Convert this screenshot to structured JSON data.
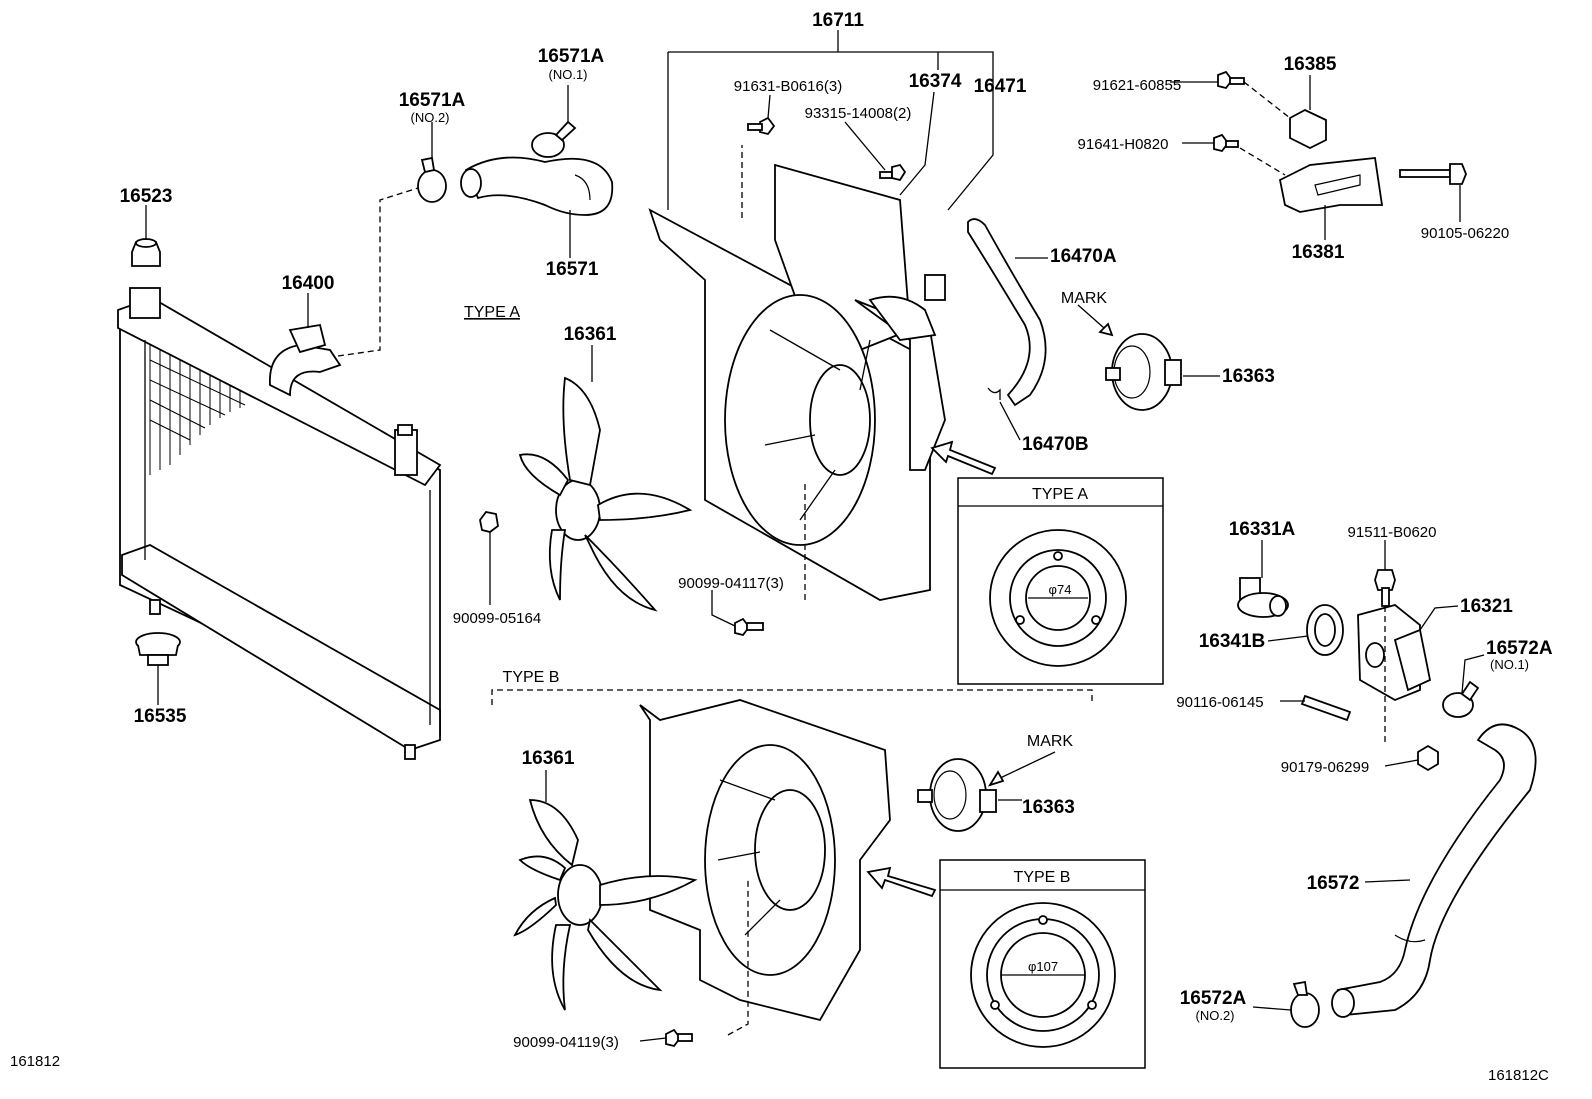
{
  "diagram_code": "161812",
  "diagram_code_variant": "161812C",
  "type_labels": {
    "type_a_main": "TYPE A",
    "type_a_inset": "TYPE A",
    "type_b_main": "TYPE B",
    "type_b_inset": "TYPE B"
  },
  "dimensions": {
    "type_a": "φ74",
    "type_b": "φ107"
  },
  "mark_labels": {
    "upper": "MARK",
    "lower": "MARK"
  },
  "parts": {
    "p16711": "16711",
    "p16374": "16374",
    "p16471": "16471",
    "p91631": "91631-B0616(3)",
    "p93315": "93315-14008(2)",
    "p16571A_1": "16571A",
    "p16571A_1_sub": "(NO.1)",
    "p16571A_2": "16571A",
    "p16571A_2_sub": "(NO.2)",
    "p16571": "16571",
    "p16523": "16523",
    "p16400": "16400",
    "p16535": "16535",
    "p16361_a": "16361",
    "p16361_b": "16361",
    "p90099_05164": "90099-05164",
    "p90099_04117": "90099-04117(3)",
    "p90099_04119": "90099-04119(3)",
    "p16470A": "16470A",
    "p16470B": "16470B",
    "p16363_a": "16363",
    "p16363_b": "16363",
    "p91621": "91621-60855",
    "p91641": "91641-H0820",
    "p16385": "16385",
    "p16381": "16381",
    "p90105": "90105-06220",
    "p16331A": "16331A",
    "p91511": "91511-B0620",
    "p16321": "16321",
    "p16341B": "16341B",
    "p16572A_1": "16572A",
    "p16572A_1_sub": "(NO.1)",
    "p16572A_2": "16572A",
    "p16572A_2_sub": "(NO.2)",
    "p90116": "90116-06145",
    "p90179": "90179-06299",
    "p16572": "16572"
  }
}
